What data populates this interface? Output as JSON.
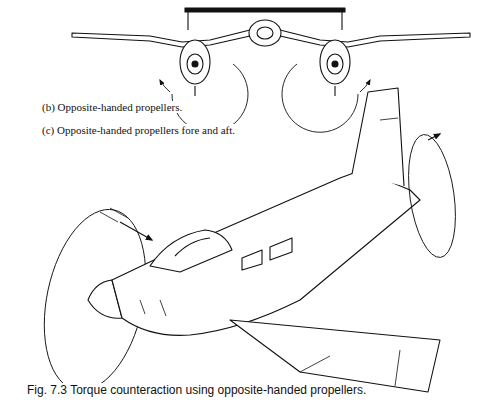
{
  "diagram": {
    "caption": "Fig. 7.3 Torque counteraction using opposite-handed propellers.",
    "labels": [
      "(b) Opposite-handed propellers.",
      "(c) Opposite-handed propellers fore and aft."
    ]
  }
}
